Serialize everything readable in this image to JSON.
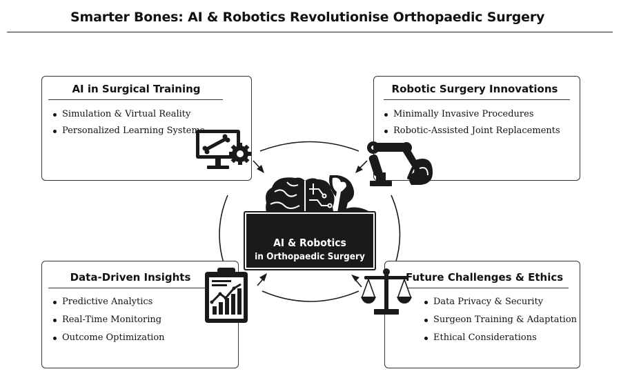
{
  "title": "Smarter Bones: AI & Robotics Revolutionise Orthopaedic Surgery",
  "center": {
    "line1": "AI & Robotics",
    "line2": "in Orthopaedic Surgery",
    "icons": [
      "brain-icon",
      "bone-icon",
      "robotic-arm-icon"
    ]
  },
  "panels": [
    {
      "heading": "AI in Surgical Training",
      "icon": "monitor-bone-gear-icon",
      "items": [
        "Simulation & Virtual Reality",
        "Personalized Learning Systems"
      ]
    },
    {
      "heading": "Robotic Surgery Innovations",
      "icon": "robotic-arm-icon",
      "items": [
        "Minimally Invasive Procedures",
        "Robotic-Assisted Joint Replacements"
      ]
    },
    {
      "heading": "Data-Driven Insights",
      "icon": "clipboard-chart-icon",
      "items": [
        "Predictive Analytics",
        "Real-Time Monitoring",
        "Outcome Optimization"
      ]
    },
    {
      "heading": "Future Challenges & Ethics",
      "icon": "scales-icon",
      "items": [
        "Data Privacy & Security",
        "Surgeon Training & Adaptation",
        "Ethical Considerations"
      ]
    }
  ],
  "colors": {
    "ink": "#111111",
    "hub_fill": "#1a1a1a",
    "background": "#ffffff"
  }
}
